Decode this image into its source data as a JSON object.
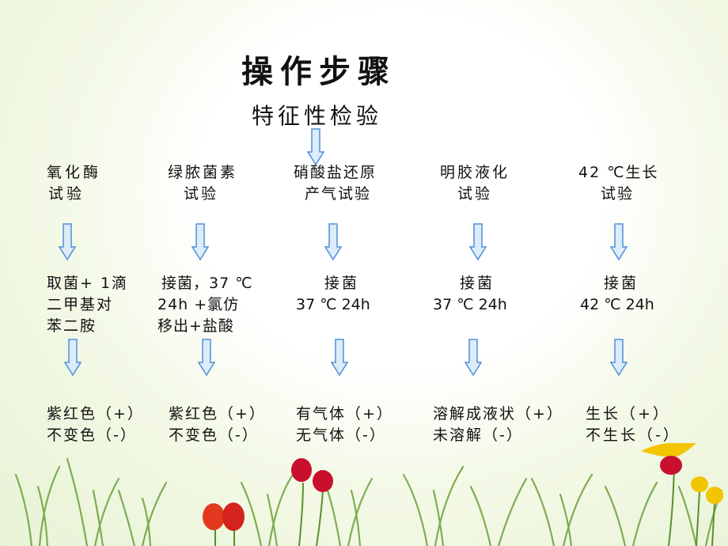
{
  "title": "操作步骤",
  "subtitle": "特征性检验",
  "columns": [
    {
      "test": [
        "氧化酶",
        "试验"
      ],
      "method": [
        "取菌+ 1滴",
        "二甲基对",
        "苯二胺"
      ],
      "result": [
        "紫红色（+）",
        "不变色（-）"
      ]
    },
    {
      "test": [
        "绿脓菌素",
        "试验"
      ],
      "method": [
        "接菌，37 ℃",
        "24h +氯仿",
        "移出+盐酸"
      ],
      "result": [
        "紫红色（+）",
        "不变色（-）"
      ]
    },
    {
      "test": [
        "硝酸盐还原",
        "产气试验"
      ],
      "method": [
        "接菌",
        "37 ℃ 24h"
      ],
      "result": [
        "有气体（+）",
        "无气体（-）"
      ]
    },
    {
      "test": [
        "明胶液化",
        "试验"
      ],
      "method": [
        "接菌",
        "37 ℃ 24h"
      ],
      "result": [
        "溶解成液状（+）",
        "未溶解（-）"
      ]
    },
    {
      "test": [
        "42 ℃生长",
        "试验"
      ],
      "method": [
        "接菌",
        "42 ℃ 24h"
      ],
      "result": [
        "生长（+）",
        "不生长（-）"
      ]
    }
  ],
  "colors": {
    "arrow_fill": "#dcecfb",
    "arrow_stroke": "#4f8fd8",
    "flower_red": "#c8102e",
    "flower_yellow": "#f2c500",
    "grass": "#6aa03a"
  }
}
